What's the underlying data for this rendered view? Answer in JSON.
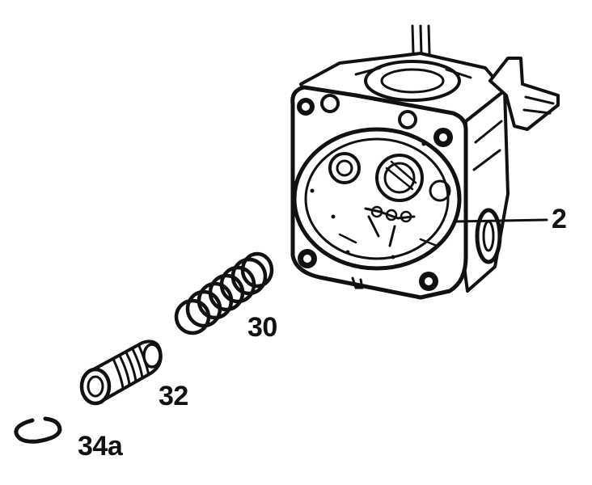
{
  "diagram": {
    "parts": [
      {
        "id": "2",
        "label": "2",
        "part": "housing"
      },
      {
        "id": "30",
        "label": "30",
        "part": "spring"
      },
      {
        "id": "32",
        "label": "32",
        "part": "plunger"
      },
      {
        "id": "34a",
        "label": "34a",
        "part": "snap-ring"
      }
    ],
    "colors": {
      "ink": "#111111",
      "paper": "#ffffff"
    }
  }
}
